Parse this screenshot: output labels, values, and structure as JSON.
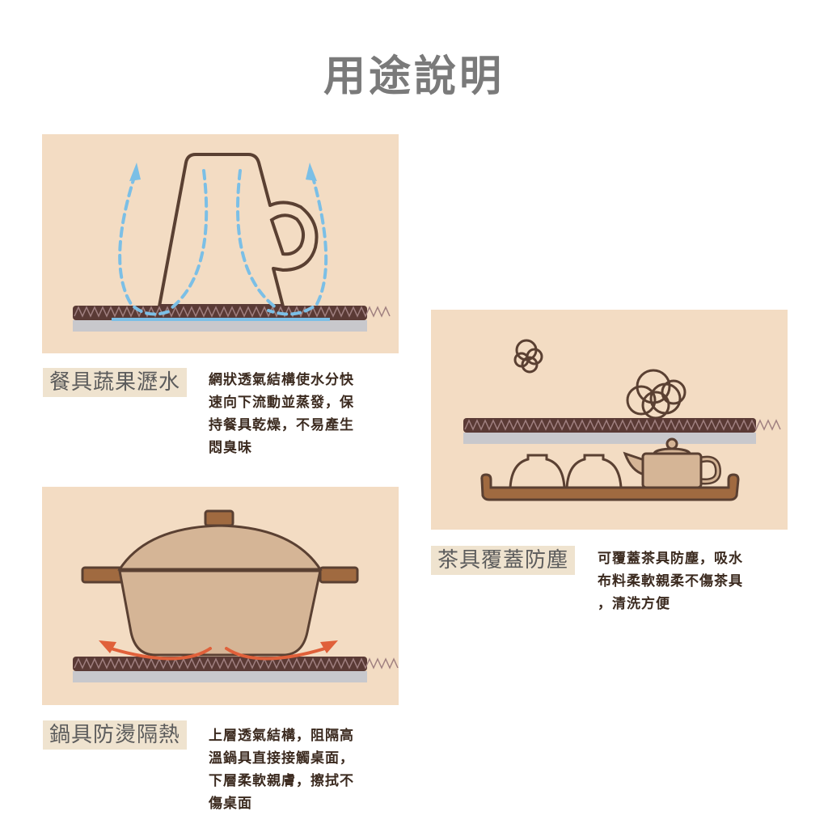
{
  "page": {
    "title": "用途說明"
  },
  "sections": [
    {
      "id": "dish-drying",
      "label": "餐具蔬果瀝水",
      "description_lines": [
        "網狀透氣結構使水分快",
        "速向下流動並蒸發，保",
        "持餐具乾燥，不易產生",
        "悶臭味"
      ],
      "illustration": "cup-on-mat-with-airflow"
    },
    {
      "id": "tea-cover",
      "label": "茶具覆蓋防塵",
      "description_lines": [
        "可覆蓋茶具防塵，吸水",
        "布料柔軟親柔不傷茶具",
        "，清洗方便"
      ],
      "illustration": "mat-over-tea-tray-dust"
    },
    {
      "id": "pot-heat",
      "label": "鍋具防燙隔熱",
      "description_lines": [
        "上層透氣結構，阻隔高",
        "溫鍋具直接接觸桌面，",
        "下層柔軟親膚，擦拭不",
        "傷桌面"
      ],
      "illustration": "pot-on-mat-heat-arrows"
    }
  ],
  "colors": {
    "panel_bg": "#f3dcc3",
    "label_bg": "#efe3cf",
    "title": "#7a7a7a",
    "outline": "#5a4032",
    "mat_top": "#5a3a35",
    "mat_zigzag": "#a08080",
    "mat_bottom": "#c8c8cc",
    "water": "#7bbfe6",
    "heat": "#e0603a",
    "pot_body": "#d5b596",
    "wood": "#a06a40"
  }
}
